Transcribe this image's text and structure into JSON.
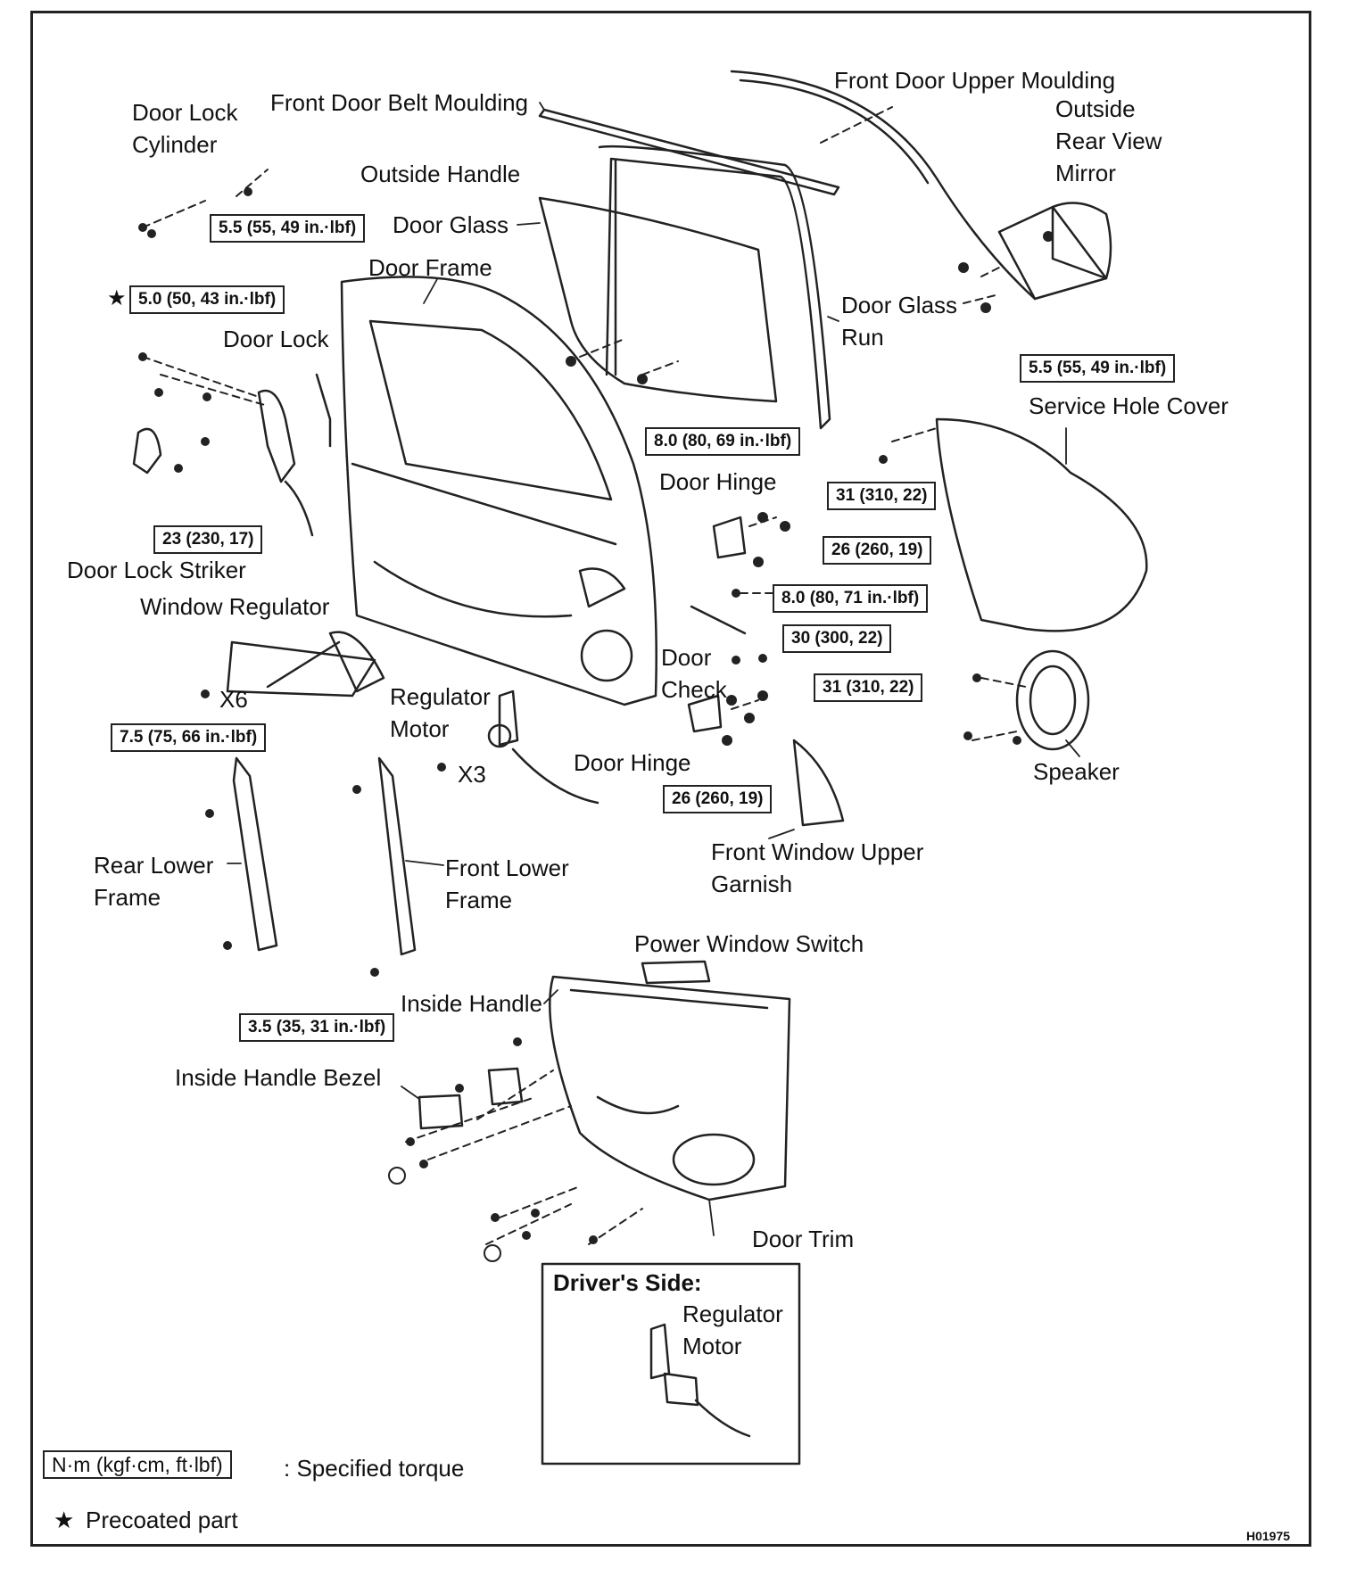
{
  "labels": {
    "front_door_upper_moulding": "Front Door Upper Moulding",
    "outside_rear_view_mirror": "Outside\nRear View\nMirror",
    "door_lock_cylinder": "Door Lock\nCylinder",
    "front_door_belt_moulding": "Front Door Belt Moulding",
    "outside_handle": "Outside Handle",
    "door_glass": "Door Glass",
    "door_frame": "Door Frame",
    "door_glass_run": "Door Glass\nRun",
    "door_lock": "Door Lock",
    "service_hole_cover": "Service Hole Cover",
    "door_hinge_upper": "Door Hinge",
    "door_lock_striker": "Door Lock Striker",
    "window_regulator": "Window Regulator",
    "door_check": "Door\nCheck",
    "regulator_motor": "Regulator\nMotor",
    "x6": "X6",
    "x3": "X3",
    "door_hinge_lower": "Door Hinge",
    "speaker": "Speaker",
    "rear_lower_frame": "Rear Lower\nFrame",
    "front_lower_frame": "Front Lower\nFrame",
    "front_window_upper_garnish": "Front Window Upper\nGarnish",
    "power_window_switch": "Power Window Switch",
    "inside_handle": "Inside Handle",
    "inside_handle_bezel": "Inside Handle Bezel",
    "door_trim": "Door Trim"
  },
  "torques": {
    "outside_handle": "5.5 (55, 49 in.·lbf)",
    "mirror": "5.5 (55, 49 in.·lbf)",
    "door_lock_precoated": "5.0 (50, 43 in.·lbf)",
    "door_glass": "8.0 (80, 69 in.·lbf)",
    "hinge_upper_body": "31 (310, 22)",
    "hinge_upper_door": "26 (260, 19)",
    "door_check_bolt": "8.0 (80, 71 in.·lbf)",
    "door_check_nut": "30 (300, 22)",
    "hinge_lower_body": "31 (310, 22)",
    "door_lock_striker": "23 (230, 17)",
    "window_regulator": "7.5 (75, 66 in.·lbf)",
    "hinge_lower_door": "26 (260, 19)",
    "inside_handle": "3.5 (35, 31 in.·lbf)"
  },
  "inset": {
    "title": "Driver's Side:",
    "label": "Regulator\nMotor"
  },
  "legend": {
    "torque_box": "N·m (kgf·cm, ft·lbf)",
    "torque_text": ": Specified torque",
    "star": "★",
    "precoated": "Precoated part"
  },
  "figure_code": "H01975"
}
